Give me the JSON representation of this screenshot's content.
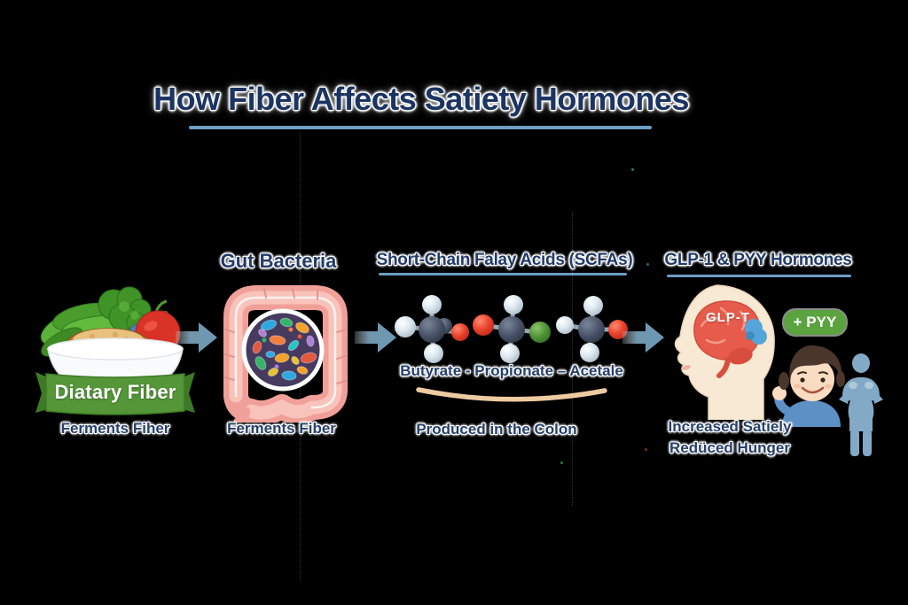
{
  "title": {
    "text": "How Fiber Affects Satiety Hormones"
  },
  "sections": {
    "dietary": {
      "banner": "Diatary Fiber",
      "caption": "Ferments Fiher"
    },
    "gut": {
      "heading": "Gut Bacteria",
      "caption": "Ferments Fiber"
    },
    "scfa": {
      "heading": "Short-Chain Falay Acids (SCFAs)",
      "molecules_label": "Butyrate - Propionate – Acetale",
      "caption": "Produced in the Colon"
    },
    "hormones": {
      "heading": "GLP-1 & PYY Hormones",
      "brain_label": "GLP-T",
      "bubble_label": "+ PYY",
      "caption_line1": "Increased Satiely",
      "caption_line2": "Redüced Hunger"
    }
  },
  "colors": {
    "background": "#000000",
    "heading_text": "#233b69",
    "title_text": "#1c3461",
    "underline": "#6d9ec4",
    "arrow": "#6b98b6",
    "banner_green": "#549638",
    "bubble_green": "#5ba33f",
    "intestine_pink": "#f1a099",
    "bacteria_circle": "#463b5f",
    "brain_red": "#e65b4b",
    "hormone_blue": "#54a6d9",
    "skin": "#f8e9d4",
    "silhouette_blue": "#82aac6"
  }
}
